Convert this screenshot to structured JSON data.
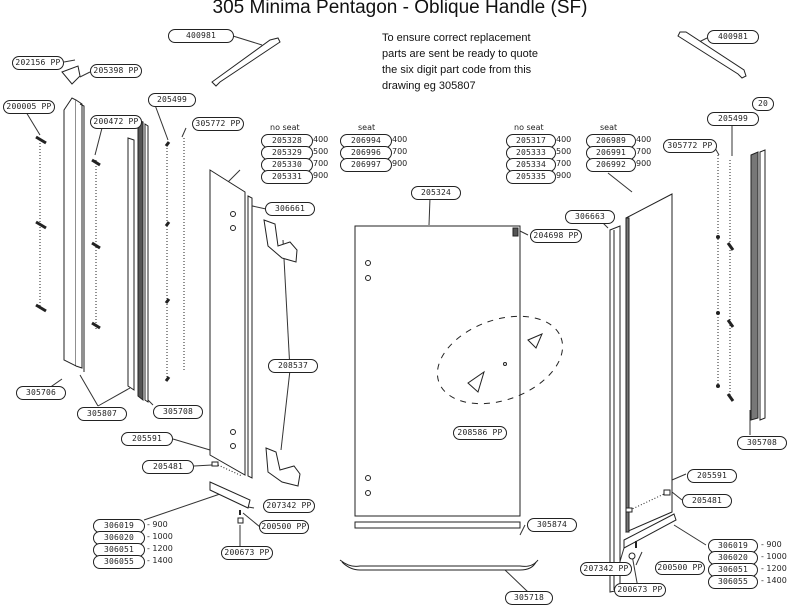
{
  "title": "305 Minima Pentagon - Oblique Handle (SF)",
  "note": {
    "lines": [
      "To ensure correct replacement",
      "parts are sent be ready to quote",
      "the six digit part code from this",
      "drawing eg 305807"
    ]
  },
  "parts": {
    "top_handle_left": "400981",
    "top_handle_right": "400981",
    "cap_screw": "202156 PP",
    "corner_bracket": "205398 PP",
    "wall_screw": "200005 PP",
    "wall_plug": "200472 PP",
    "seal_left": "205499",
    "seal_right": "205499",
    "pin_left": "305772 PP",
    "pin_right": "305772 PP",
    "wall_profile": "305706",
    "channel_profile": "305807",
    "profile_left": "305708",
    "profile_right": "305708",
    "magnet_strip_left": "306661",
    "magnet_strip_right": "306663",
    "hinge": "208537",
    "door_panel": "205324",
    "door_catch": "204698 PP",
    "handle_set": "208586 PP",
    "bottom_seal": "305874",
    "tray_sill": "305718",
    "wiper_left": "205591",
    "wiper_right": "205591",
    "end_cap_left": "205481",
    "end_cap_right": "205481",
    "roller_left": "207342 PP",
    "roller_right": "207342 PP",
    "bush_left": "200500 PP",
    "bush_right": "200500 PP",
    "wheel_left": "200673 PP",
    "wheel_right": "200673 PP",
    "partial_label": "20"
  },
  "panel_left": {
    "no_seat_header": "no seat",
    "seat_header": "seat",
    "no_seat": [
      {
        "code": "205328",
        "size": "400"
      },
      {
        "code": "205329",
        "size": "500"
      },
      {
        "code": "205330",
        "size": "700"
      },
      {
        "code": "205331",
        "size": "900"
      }
    ],
    "seat": [
      {
        "code": "206994",
        "size": "400"
      },
      {
        "code": "206996",
        "size": "700"
      },
      {
        "code": "206997",
        "size": "900"
      }
    ]
  },
  "panel_right": {
    "no_seat_header": "no seat",
    "seat_header": "seat",
    "no_seat": [
      {
        "code": "205317",
        "size": "400"
      },
      {
        "code": "205333",
        "size": "500"
      },
      {
        "code": "205334",
        "size": "700"
      },
      {
        "code": "205335",
        "size": "900"
      }
    ],
    "seat": [
      {
        "code": "206989",
        "size": "400"
      },
      {
        "code": "206991",
        "size": "700"
      },
      {
        "code": "206992",
        "size": "900"
      }
    ]
  },
  "track_left": [
    {
      "code": "306019",
      "size": "- 900"
    },
    {
      "code": "306020",
      "size": "- 1000"
    },
    {
      "code": "306051",
      "size": "- 1200"
    },
    {
      "code": "306055",
      "size": "- 1400"
    }
  ],
  "track_right": [
    {
      "code": "306019",
      "size": "- 900"
    },
    {
      "code": "306020",
      "size": "- 1000"
    },
    {
      "code": "306051",
      "size": "- 1200"
    },
    {
      "code": "306055",
      "size": "- 1400"
    }
  ]
}
